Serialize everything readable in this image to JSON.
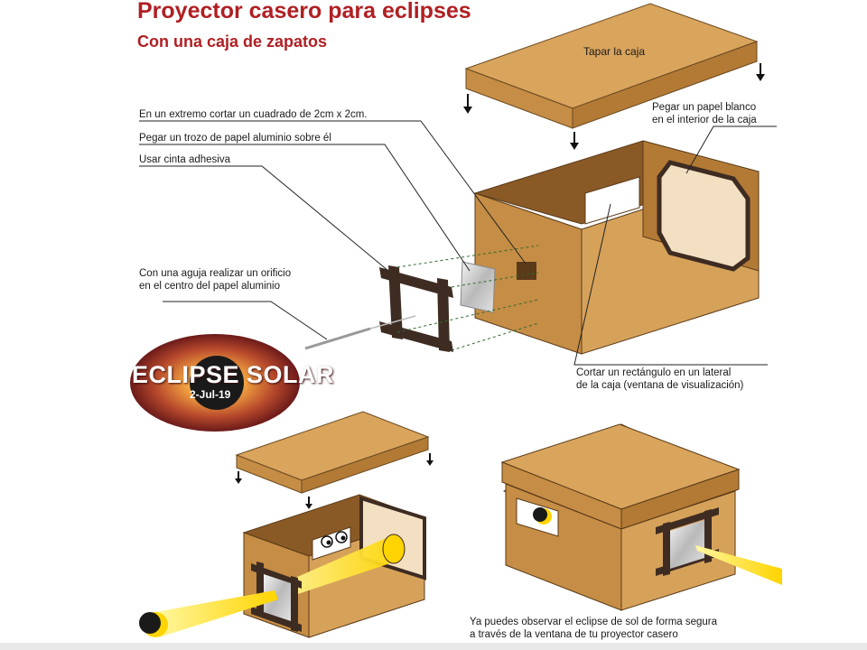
{
  "title": "Proyector casero para eclipses",
  "subtitle": "Con una caja de zapatos",
  "labels": {
    "lid": "Tapar la caja",
    "square_cut": "En un extremo cortar un cuadrado de 2cm x 2cm.",
    "foil": "Pegar un trozo de papel aluminio sobre él",
    "tape": "Usar cinta adhesiva",
    "needle_line1": "Con una aguja realizar un orificio",
    "needle_line2": "en el centro del papel aluminio",
    "white_paper_line1": "Pegar un papel blanco",
    "white_paper_line2": "en el interior de la caja",
    "window_line1": "Cortar un rectángulo en un lateral",
    "window_line2": "de la caja (ventana de visualización)",
    "final_line1": "Ya puedes observar el eclipse de sol de forma segura",
    "final_line2": "a través de la ventana de tu proyector casero"
  },
  "badge": {
    "text": "ECLIPSE SOLAR",
    "date": "2-Jul-19"
  },
  "colors": {
    "cardboard_top": "#d9a45c",
    "cardboard_front": "#c58d45",
    "cardboard_side": "#b27a35",
    "title_red": "#b01f23",
    "tape_dark": "#3e2c22",
    "sun_yellow": "#ffe600"
  }
}
